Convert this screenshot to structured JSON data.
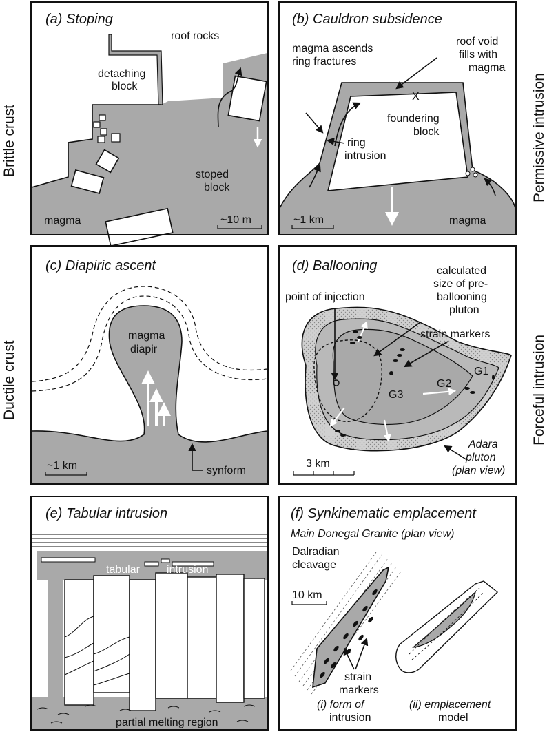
{
  "side_labels": {
    "brittle": "Brittle crust",
    "ductile": "Ductile crust",
    "permissive": "Permissive intrusion",
    "forceful": "Forceful intrusion"
  },
  "panel_a": {
    "title": "(a) Stoping",
    "roof_rocks": "roof rocks",
    "detaching_1": "detaching",
    "detaching_2": "block",
    "stoped_1": "stoped",
    "stoped_2": "block",
    "magma": "magma",
    "scale": "~10 m"
  },
  "panel_b": {
    "title": "(b) Cauldron subsidence",
    "ascends_1": "magma ascends",
    "ascends_2": "ring  fractures",
    "void_1": "roof void",
    "void_2": "fills with",
    "void_3": "magma",
    "x_mark": "X",
    "foundering_1": "foundering",
    "foundering_2": "block",
    "ring_1": "ring",
    "ring_2": "intrusion",
    "magma": "magma",
    "scale": "~1 km"
  },
  "panel_c": {
    "title": "(c) Diapiric ascent",
    "diapir_1": "magma",
    "diapir_2": "diapir",
    "synform": "synform",
    "scale": "~1 km"
  },
  "panel_d": {
    "title": "(d) Ballooning",
    "injection": "point of injection",
    "calc_1": "calculated",
    "calc_2": "size of pre-",
    "calc_3": "ballooning",
    "calc_4": "pluton",
    "strain": "strain markers",
    "g1": "G1",
    "g2": "G2",
    "g3": "G3",
    "adara_1": "Adara",
    "adara_2": "pluton",
    "adara_3": "(plan view)",
    "scale": "3 km"
  },
  "panel_e": {
    "title": "(e) Tabular intrusion",
    "tabular": "tabular",
    "intrusion": "intrusion",
    "melting": "partial melting region"
  },
  "panel_f": {
    "title": "(f) Synkinematic emplacement",
    "subtitle": "Main Donegal Granite (plan view)",
    "dalradian_1": "Dalradian",
    "dalradian_2": "cleavage",
    "scale": "10 km",
    "strain_1": "strain",
    "strain_2": "markers",
    "form_1": "(i) form of",
    "form_2": "intrusion",
    "emp_1": "(ii) emplacement",
    "emp_2": "model"
  },
  "colors": {
    "magma": "#a9a9a9",
    "stipple": "#c9c9c9",
    "line": "#111111"
  }
}
